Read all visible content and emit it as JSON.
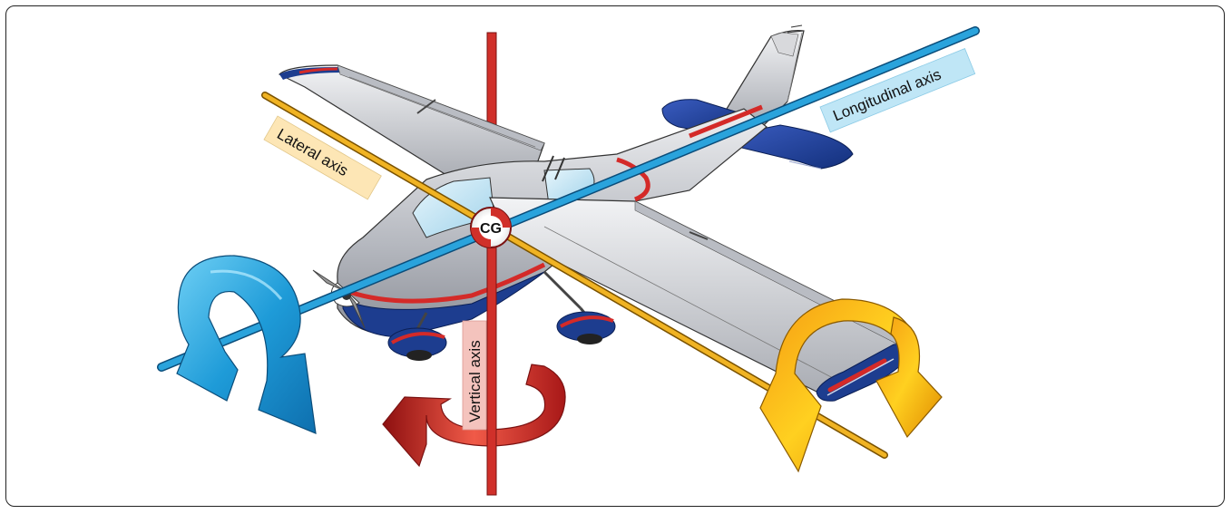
{
  "diagram": {
    "labels": {
      "lateral": "Lateral axis",
      "longitudinal": "Longitudinal axis",
      "vertical": "Vertical axis",
      "cg": "CG"
    },
    "colors": {
      "longitudinal_axis": "#2aa3dc",
      "lateral_axis": "#e8a712",
      "vertical_axis": "#d0302a",
      "fuselage": "#c9cbd0",
      "trim_red": "#d42a28",
      "trim_blue": "#1d3d8f"
    }
  }
}
